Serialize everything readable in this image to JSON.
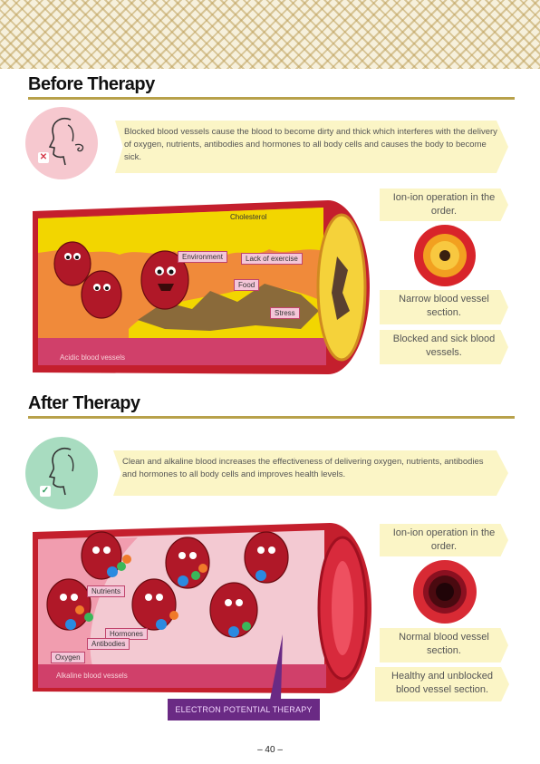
{
  "before": {
    "title": "Before Therapy",
    "description": "Blocked blood vessels cause the blood to become dirty and thick which interferes with the delivery of oxygen, nutrients, antibodies and hormones to all body cells and causes the body to become sick.",
    "mark": "✕",
    "labels": {
      "cholesterol": "Cholesterol",
      "environment": "Environment",
      "lack_of_exercise": "Lack of exercise",
      "food": "Food",
      "stress": "Stress",
      "vessel": "Acidic blood vessels"
    },
    "side": {
      "operation": "Ion-ion operation in the order.",
      "section": "Narrow blood vessel section.",
      "result": "Blocked and sick blood vessels."
    },
    "colors": {
      "circle": "#f6c8cf",
      "mark": "#d63a4a",
      "vessel_band": "#d0406a"
    }
  },
  "after": {
    "title": "After Therapy",
    "description": "Clean and alkaline blood increases the effectiveness of delivering oxygen, nutrients, antibodies and hormones to all body cells and improves health levels.",
    "mark": "✓",
    "labels": {
      "nutrients": "Nutrients",
      "hormones": "Hormones",
      "antibodies": "Antibodies",
      "oxygen": "Oxygen",
      "vessel": "Alkaline blood vessels",
      "therapy": "ELECTRON POTENTIAL THERAPY"
    },
    "side": {
      "operation": "Ion-ion operation in the order.",
      "section": "Normal blood vessel section.",
      "result": "Healthy and unblocked blood vessel section."
    },
    "colors": {
      "circle": "#a8dcc0",
      "mark": "#2e9a5c",
      "therapy_bg": "#6a2a84"
    }
  },
  "page_number": "– 40 –"
}
